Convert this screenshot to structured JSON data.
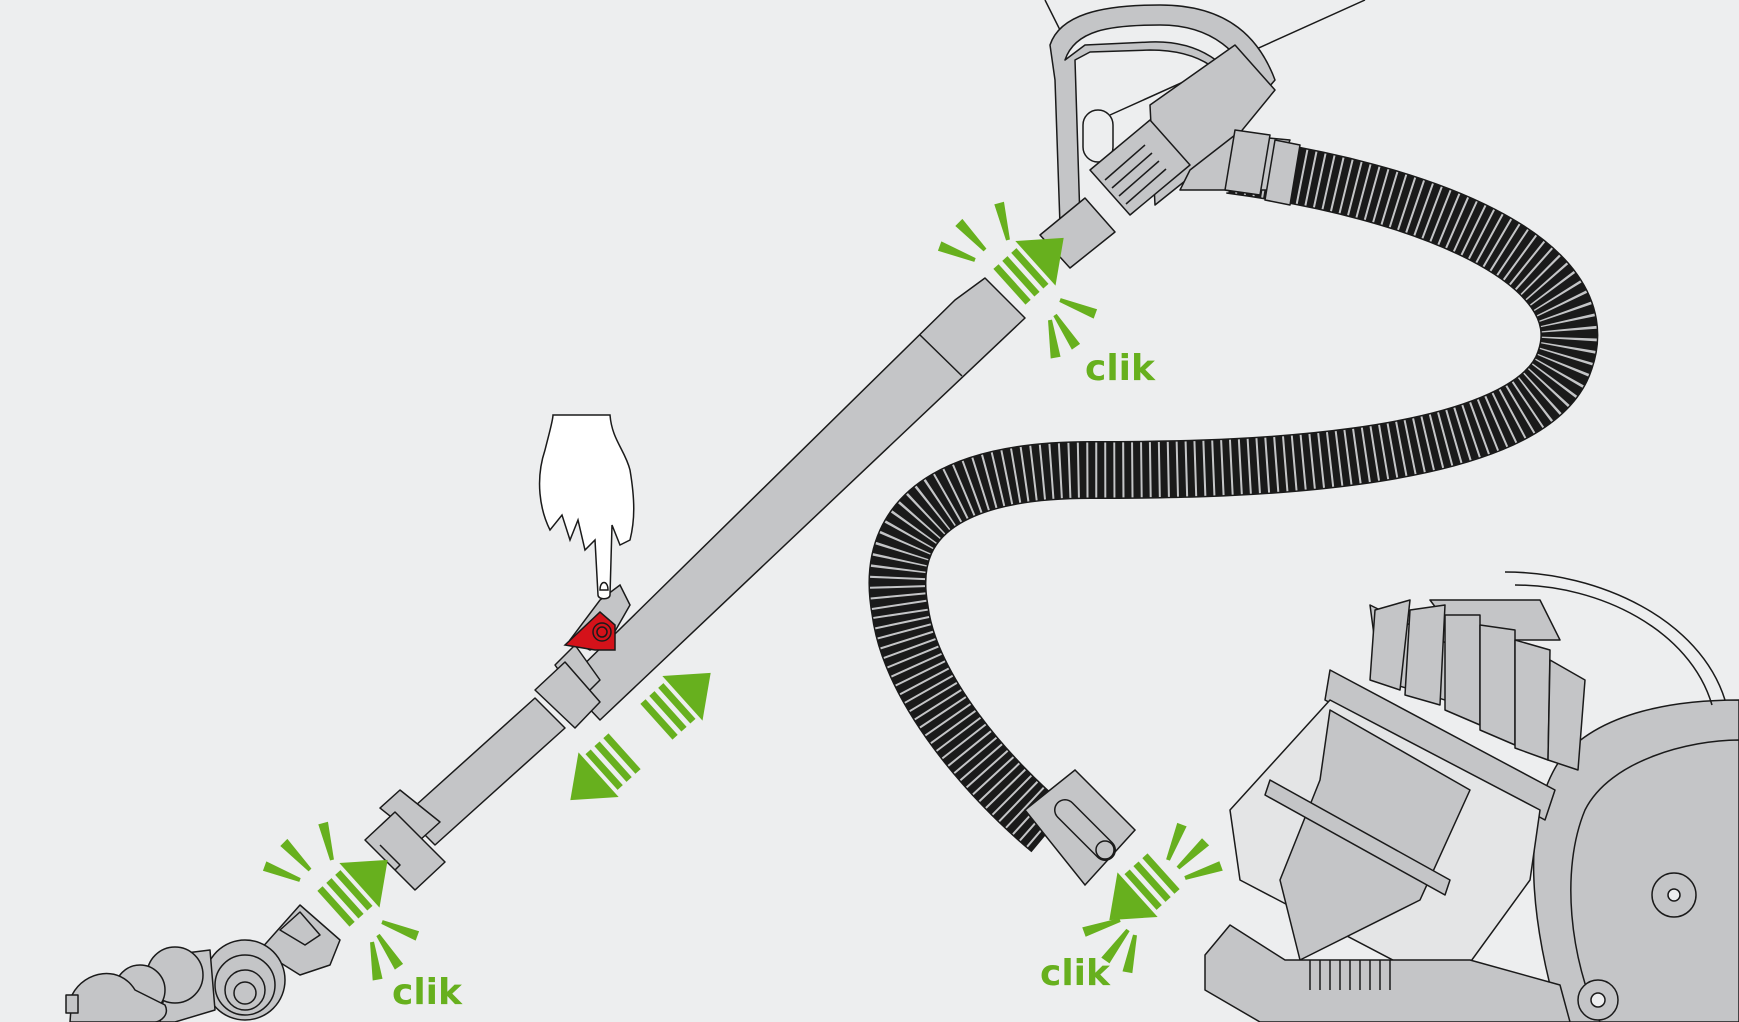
{
  "labels": {
    "click_wand_handle": "clik",
    "click_floor_tool": "clik",
    "click_hose_body": "clik"
  },
  "colors": {
    "background": "#edeeef",
    "part_fill": "#c4c5c7",
    "outline": "#1a1a1a",
    "accent_green": "#67b01e",
    "release_button": "#d4121a",
    "hand": "#ffffff"
  },
  "icons": {
    "vacuum": "canister-vacuum-illustration",
    "hand": "pointing-hand",
    "release": "release-button",
    "connect": "click-arrow",
    "adjust": "telescope-arrows"
  }
}
